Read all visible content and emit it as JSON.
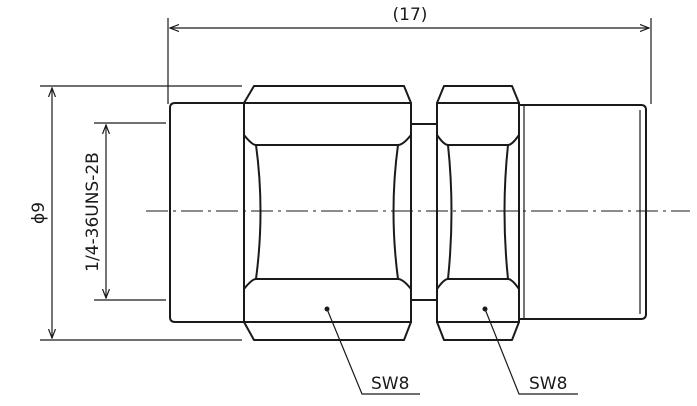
{
  "drawing": {
    "overall_length_label": "(17)",
    "diameter_label": "ϕ9",
    "thread_label": "1/4-36UNS-2B",
    "wrench_flat_left_label": "SW8",
    "wrench_flat_right_label": "SW8"
  }
}
